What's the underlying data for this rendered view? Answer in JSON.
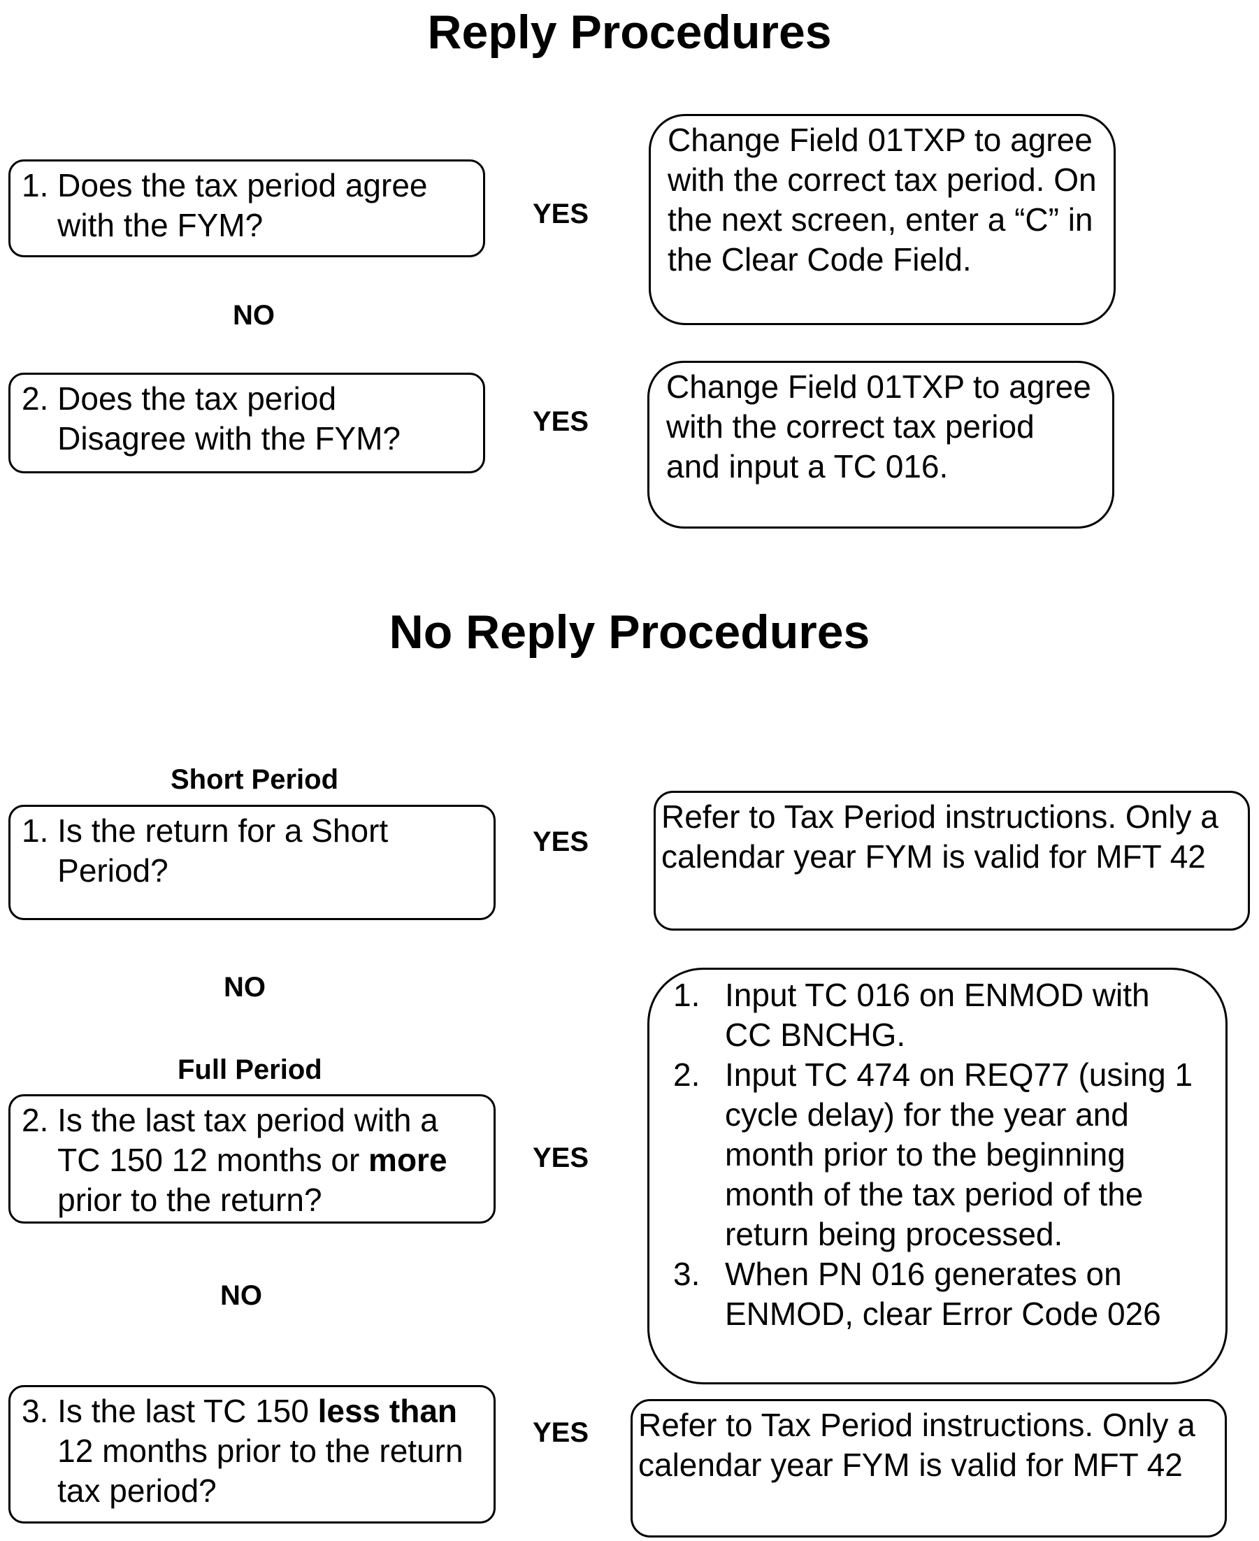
{
  "reply": {
    "title": "Reply Procedures",
    "q1": {
      "num": "1. ",
      "text": "Does the tax period agree with the FYM?"
    },
    "a1": "Change Field 01TXP to agree with the correct tax period. On the next screen, enter a “C” in the Clear Code Field.",
    "yes1": "YES",
    "no1": "NO",
    "q2": {
      "num": "2. ",
      "text": "Does the tax period Disagree with the FYM?"
    },
    "a2": "Change Field 01TXP to agree with the correct tax period and input a TC 016.",
    "yes2": "YES"
  },
  "no_reply": {
    "title": "No Reply Procedures",
    "short_period_label": "Short Period",
    "q1": {
      "num": "1. ",
      "text": "Is the return for a Short Period?"
    },
    "yes1": "YES",
    "a1": "Refer to Tax Period instructions. Only a calendar year FYM is valid for MFT 42",
    "no1": "NO",
    "full_period_label": "Full Period",
    "q2": {
      "num": "2. ",
      "pre": "Is the last tax period with a TC 150 12 months or ",
      "bold": "more",
      "post": " prior to the return?"
    },
    "yes2": "YES",
    "a2_steps": [
      {
        "n": "1.",
        "t": "Input TC 016 on ENMOD with CC BNCHG."
      },
      {
        "n": "2.",
        "t": "Input TC 474 on REQ77 (using 1 cycle delay) for the year and month prior to the beginning month of the tax period of the return being processed."
      },
      {
        "n": "3.",
        "t": "When PN 016 generates on ENMOD, clear Error Code 026"
      }
    ],
    "no2": "NO",
    "q3": {
      "num": "3. ",
      "pre": "Is the last TC 150 ",
      "bold": "less than",
      "post": " 12 months prior to the return tax period?"
    },
    "yes3": "YES",
    "a3": "Refer to Tax Period instructions. Only a calendar year FYM is valid for MFT 42"
  }
}
